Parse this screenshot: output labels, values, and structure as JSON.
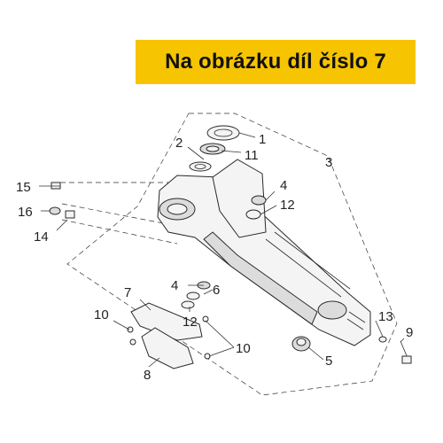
{
  "banner": {
    "text": "Na obrázku díl číslo 7",
    "color": "#f6c400"
  },
  "callouts": [
    {
      "id": "1",
      "label": "1"
    },
    {
      "id": "2",
      "label": "2"
    },
    {
      "id": "3",
      "label": "3"
    },
    {
      "id": "4a",
      "label": "4"
    },
    {
      "id": "12a",
      "label": "12"
    },
    {
      "id": "11",
      "label": "11"
    },
    {
      "id": "15",
      "label": "15"
    },
    {
      "id": "16",
      "label": "16"
    },
    {
      "id": "14",
      "label": "14"
    },
    {
      "id": "4b",
      "label": "4"
    },
    {
      "id": "6",
      "label": "6"
    },
    {
      "id": "12b",
      "label": "12"
    },
    {
      "id": "7",
      "label": "7"
    },
    {
      "id": "10a",
      "label": "10"
    },
    {
      "id": "10b",
      "label": "10"
    },
    {
      "id": "13",
      "label": "13"
    },
    {
      "id": "9",
      "label": "9"
    },
    {
      "id": "5",
      "label": "5"
    },
    {
      "id": "8",
      "label": "8"
    }
  ]
}
